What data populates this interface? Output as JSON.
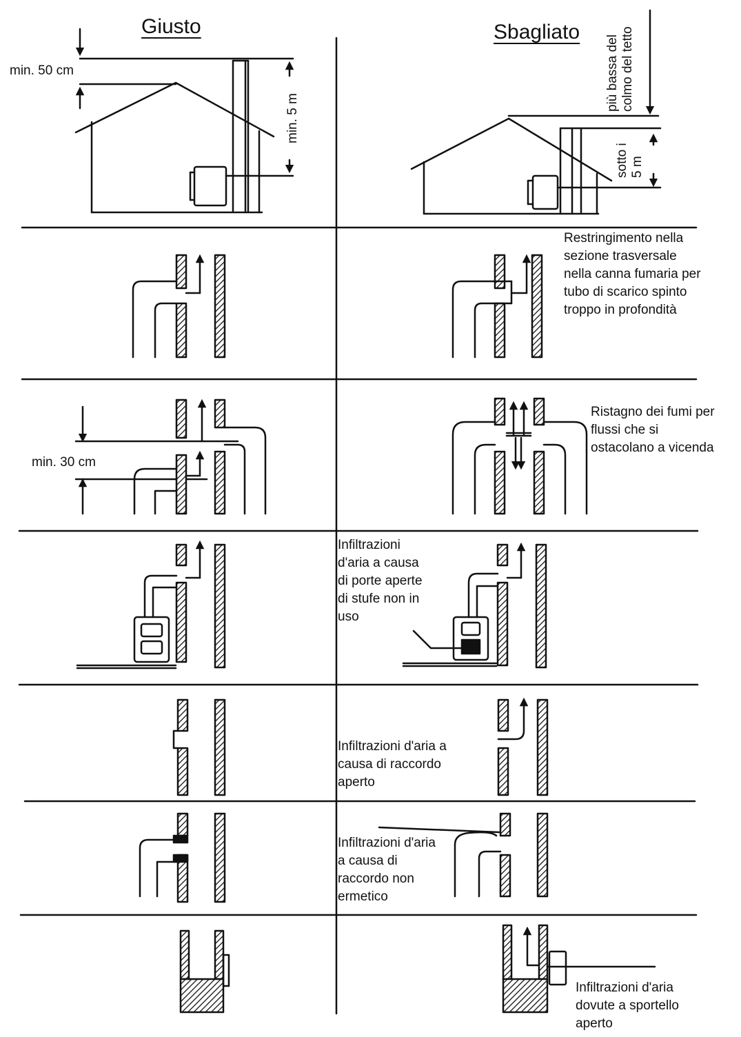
{
  "headers": {
    "correct": "Giusto",
    "wrong": "Sbagliato"
  },
  "labels": {
    "min_50cm": "min. 50 cm",
    "min_5m": "min. 5 m",
    "lower_than_ridge": "più bassa del\ncolmo del tetto",
    "below_5m": "sotto i\n5 m",
    "narrowing": "Restringimento nella\nsezione trasversale\nnella canna fumaria per\ntubo di scarico spinto\ntroppo in profondità",
    "min_30cm": "min. 30 cm",
    "stagnation": "Ristagno dei fumi per\nflussi che si\nostacolano a vicenda",
    "open_doors": "Infiltrazioni\nd'aria a causa\ndi porte aperte\ndi stufe non in\nuso",
    "open_fitting": "Infiltrazioni d'aria a\ncausa di raccordo\naperto",
    "non_airtight": "Infiltrazioni d'aria\na causa di\nraccordo non\nermetico",
    "open_hatch": "Infiltrazioni d'aria\ndovute a sportello\naperto"
  }
}
